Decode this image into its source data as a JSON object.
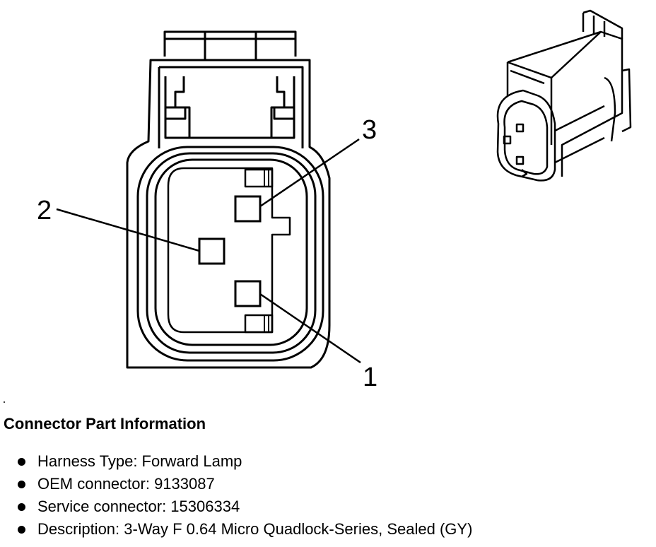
{
  "diagram": {
    "pin_labels": {
      "pin1": "1",
      "pin2": "2",
      "pin3": "3"
    }
  },
  "info": {
    "title": "Connector Part Information",
    "items": [
      "Harness Type: Forward Lamp",
      "OEM connector: 9133087",
      "Service connector: 15306334",
      "Description: 3-Way F 0.64 Micro Quadlock-Series, Sealed (GY)"
    ]
  }
}
